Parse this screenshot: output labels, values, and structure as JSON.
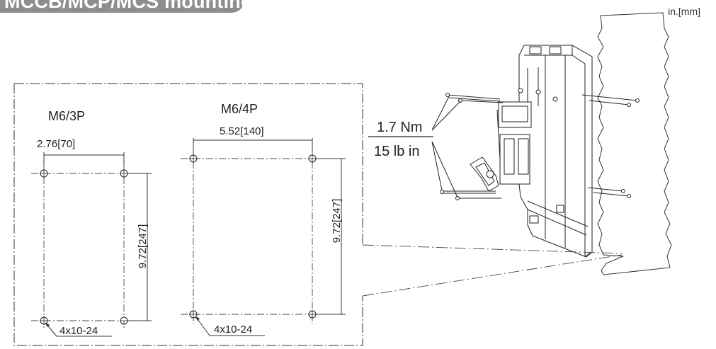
{
  "header": {
    "title": "MCCB/MCP/MCS mounting"
  },
  "units": "in.[mm]",
  "patterns": [
    {
      "title": "M6/3P",
      "width_dim": "2.76[70]",
      "height_dim": "9.72[247]",
      "screw": "4x10-24"
    },
    {
      "title": "M6/4P",
      "width_dim": "5.52[140]",
      "height_dim": "9.72[247]",
      "screw": "4x10-24"
    }
  ],
  "torque": {
    "metric": "1.7 Nm",
    "imperial": "15 lb in"
  }
}
